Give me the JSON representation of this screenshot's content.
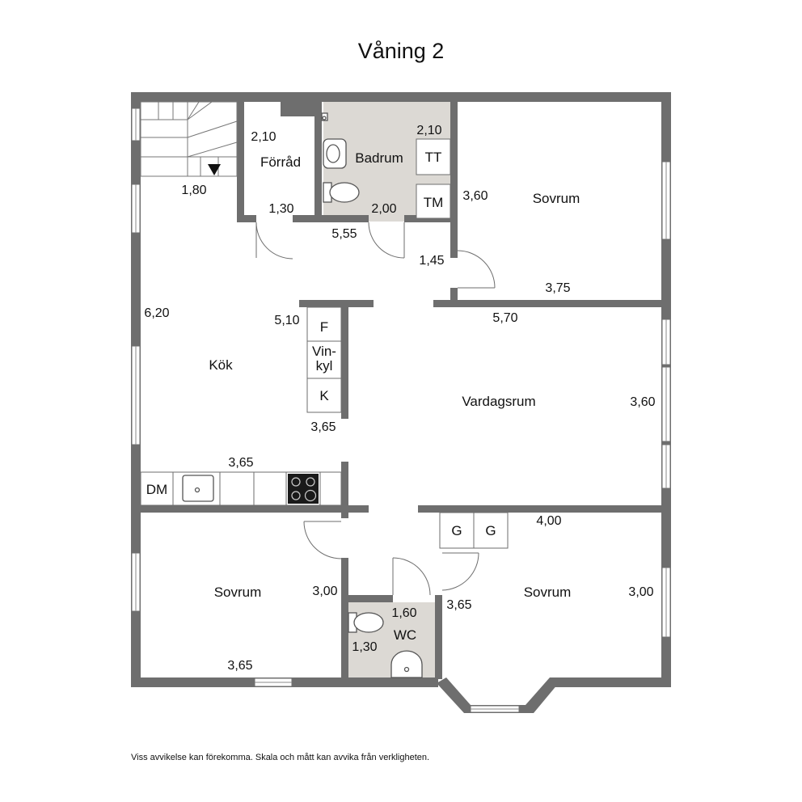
{
  "title": "Våning 2",
  "footnote": "Viss avvikelse kan förekomma. Skala och mått kan avvika från verkligheten.",
  "rooms": {
    "forrad": "Förråd",
    "badrum": "Badrum",
    "sovrum_top": "Sovrum",
    "kok": "Kök",
    "vardagsrum": "Vardagsrum",
    "sovrum_bl": "Sovrum",
    "sovrum_br": "Sovrum",
    "wc": "WC"
  },
  "fixtures": {
    "tt": "TT",
    "tm": "TM",
    "f": "F",
    "vinkyl_1": "Vin-",
    "vinkyl_2": "kyl",
    "k": "K",
    "dm": "DM",
    "g1": "G",
    "g2": "G"
  },
  "dimensions": {
    "d1": "2,10",
    "d2": "1,80",
    "d3": "1,30",
    "d4": "2,10",
    "d5": "2,00",
    "d6": "5,55",
    "d7": "3,60",
    "d8": "1,45",
    "d9": "3,75",
    "d10": "5,70",
    "d11": "6,20",
    "d12": "5,10",
    "d13": "3,65",
    "d14": "3,60",
    "d15": "3,65",
    "d16": "4,00",
    "d17": "3,00",
    "d18": "1,60",
    "d19": "3,65",
    "d20": "3,00",
    "d21": "1,30",
    "d22": "3,65"
  }
}
